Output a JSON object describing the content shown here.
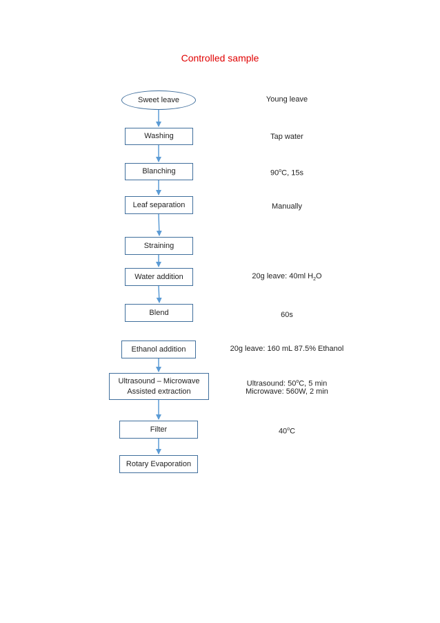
{
  "title": "Controlled sample",
  "steps": [
    "Sweet leave",
    "Washing",
    "Blanching",
    "Leaf separation",
    "Straining",
    "Water addition",
    "Blend",
    "Ethanol addition",
    "Ultrasound – Microwave\nAssisted extraction",
    "Filter",
    "Rotary Evaporation"
  ],
  "notes": {
    "young_leave": "Young leave",
    "tap_water": "Tap water",
    "blanching_temp": "90",
    "blanching_deg": "o",
    "blanching_rest": "C, 15s",
    "manually": "Manually",
    "water_ratio_pre": "20g leave: 40ml H",
    "water_ratio_sub": "2",
    "water_ratio_post": "O",
    "blend_time": "60s",
    "ethanol_ratio": "20g leave: 160 mL 87.5% Ethanol",
    "ultrasound_pre": "Ultrasound: 50",
    "ultrasound_deg": "o",
    "ultrasound_post": "C, 5 min",
    "microwave": "Microwave: 560W, 2 min",
    "filter_temp": "40",
    "filter_deg": "o",
    "filter_unit": "C"
  },
  "colors": {
    "title": "#e00000",
    "box_border": "#3f6e9c",
    "arrow": "#5b9bd5"
  }
}
